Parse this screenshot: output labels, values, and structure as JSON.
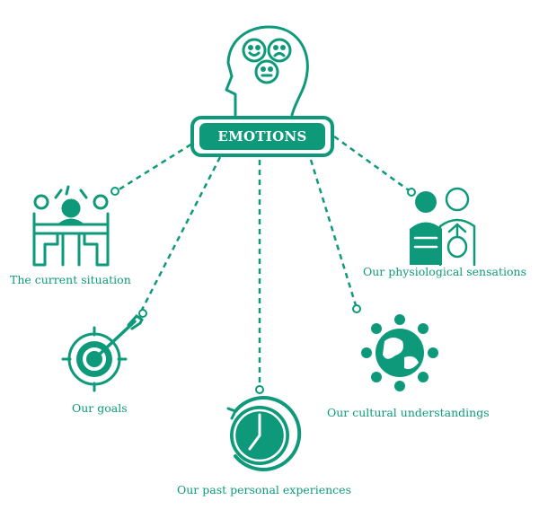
{
  "center": {
    "label": "EMOTIONS"
  },
  "nodes": [
    {
      "id": "situation",
      "label": "The current situation",
      "icon": "meeting-icon"
    },
    {
      "id": "goals",
      "label": "Our goals",
      "icon": "target-arrow-icon"
    },
    {
      "id": "past",
      "label": "Our past personal experiences",
      "icon": "clock-history-icon"
    },
    {
      "id": "cultural",
      "label": "Our cultural understandings",
      "icon": "globe-people-icon"
    },
    {
      "id": "physiological",
      "label": "Our physiological sensations",
      "icon": "anatomy-icon"
    }
  ],
  "colors": {
    "accent": "#0e9a7a",
    "background": "#ffffff"
  }
}
